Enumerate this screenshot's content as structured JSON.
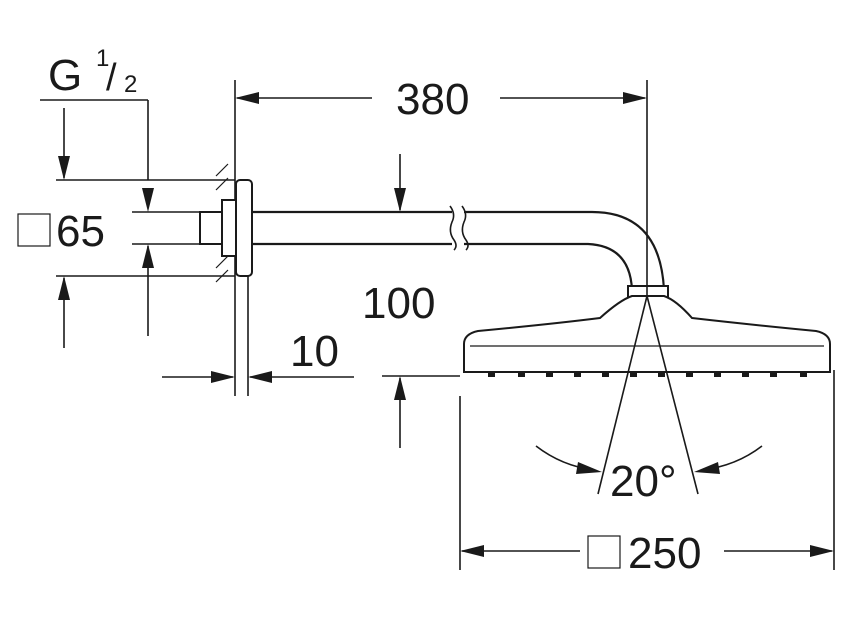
{
  "dimensions": {
    "thread": {
      "letter": "G",
      "numerator": "1",
      "slash": "/",
      "denominator": "2"
    },
    "flange_square": {
      "symbol": "square",
      "value": "65"
    },
    "arm_length": "380",
    "arm_drop": "100",
    "wall_offset": "10",
    "spray_angle": "20°",
    "head_square": {
      "symbol": "square",
      "value": "250"
    }
  },
  "colors": {
    "line": "#1a1a1a",
    "background": "#ffffff"
  }
}
